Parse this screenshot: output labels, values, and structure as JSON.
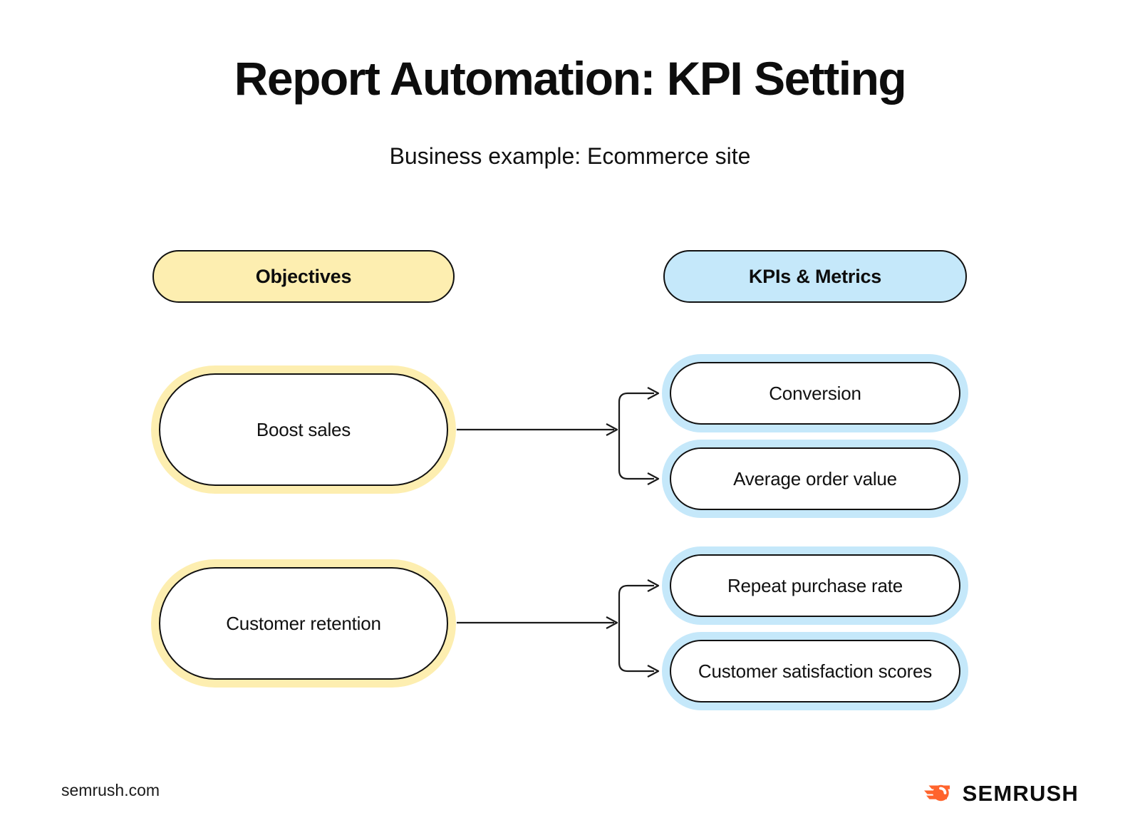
{
  "page": {
    "title": "Report Automation: KPI Setting",
    "subtitle": "Business example: Ecommerce site",
    "background_color": "#ffffff"
  },
  "columns": {
    "objectives": {
      "header_label": "Objectives",
      "accent_color": "#fdeeb0"
    },
    "kpis": {
      "header_label": "KPIs & Metrics",
      "accent_color": "#c5e8fa"
    }
  },
  "diagram": {
    "type": "mapping-flow",
    "groups": [
      {
        "objective": "Boost sales",
        "kpis": [
          "Conversion",
          "Average order value"
        ]
      },
      {
        "objective": "Customer retention",
        "kpis": [
          "Repeat purchase rate",
          "Customer satisfaction scores"
        ]
      }
    ]
  },
  "footer": {
    "url": "semrush.com",
    "brand_name": "SEMRUSH",
    "brand_color": "#ff642d"
  }
}
